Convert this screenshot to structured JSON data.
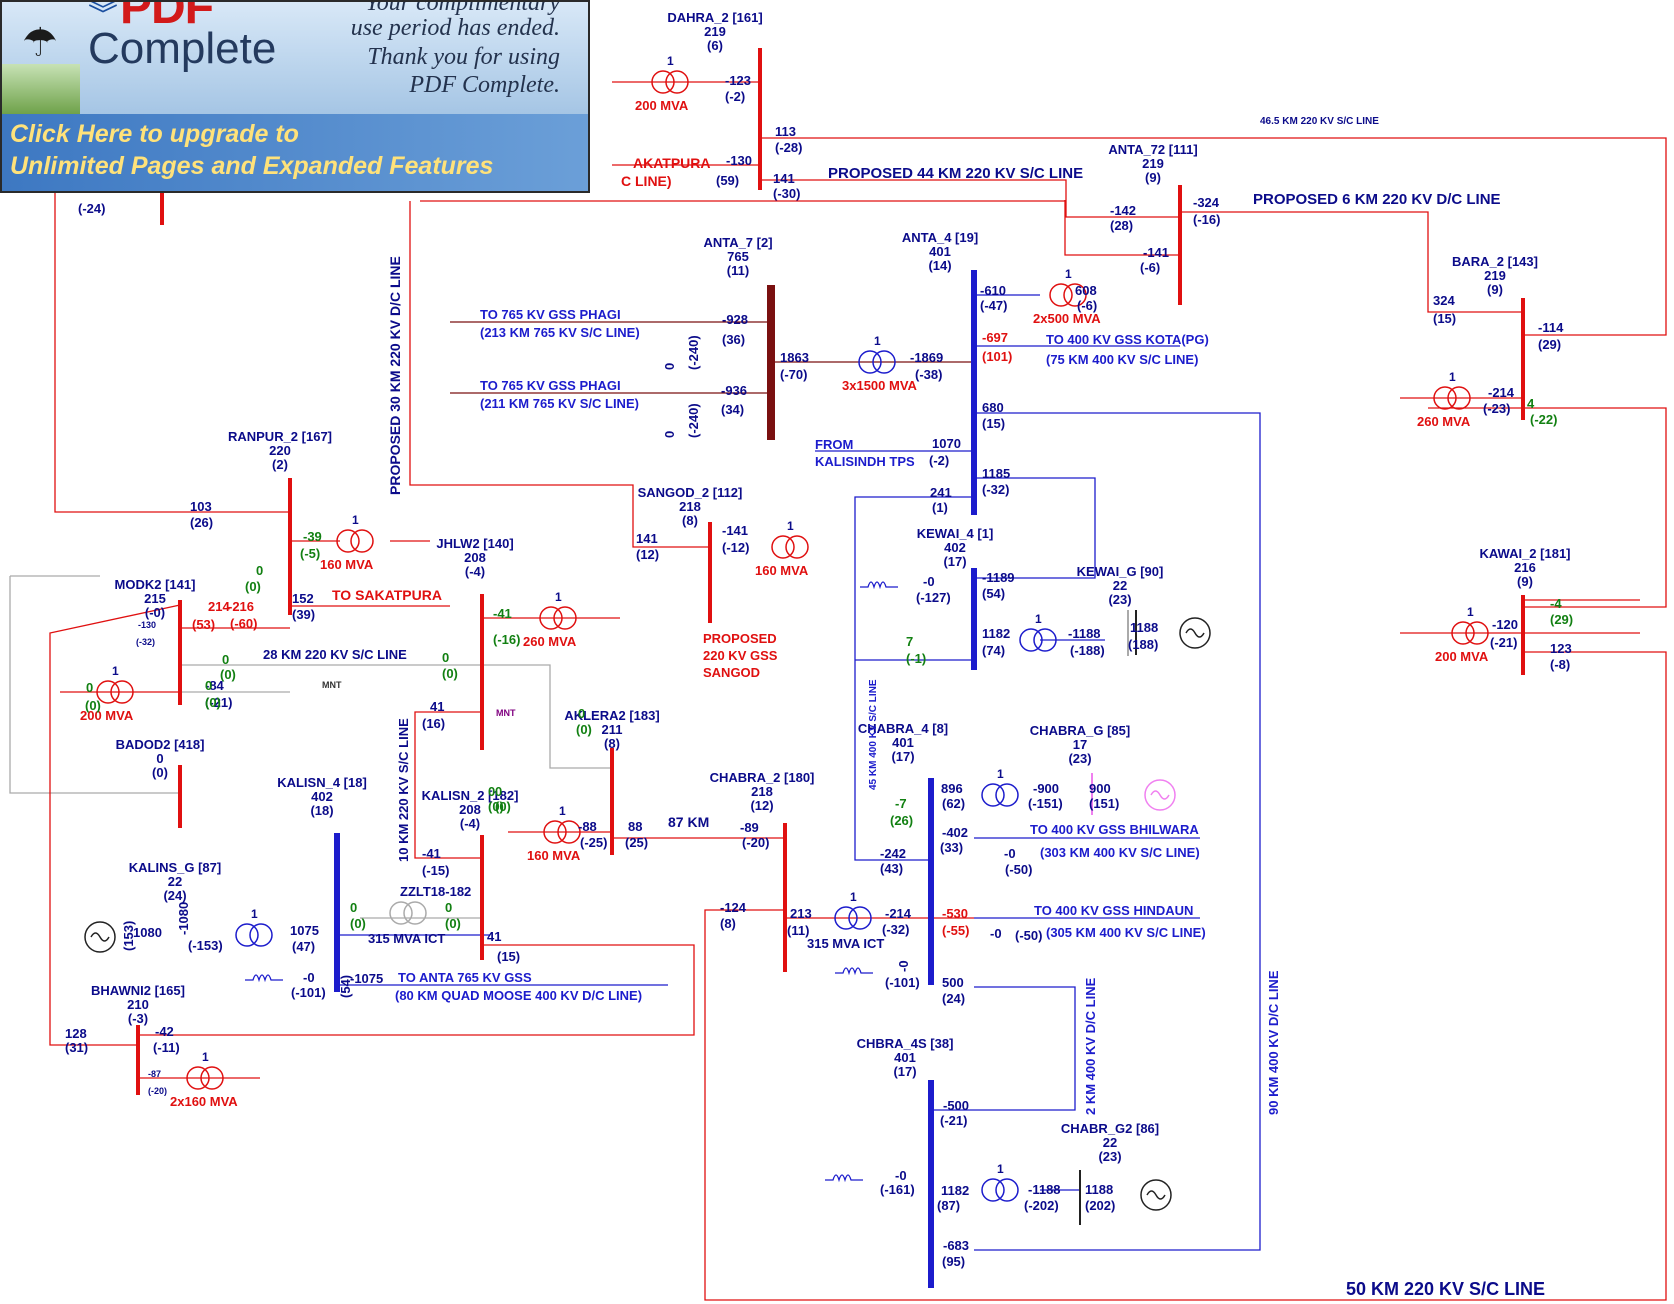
{
  "promo": {
    "brand_top": "PDF",
    "brand": "Complete",
    "message": [
      "Your complimentary",
      "use period has ended.",
      "Thank you for using",
      "PDF Complete."
    ],
    "link": [
      "Click Here to upgrade to",
      "Unlimited Pages and Expanded Features"
    ],
    "icons": {
      "person": "umbrella-person-icon",
      "chevron": "chevron-icon"
    }
  },
  "colors": {
    "line_220kv": "#e01010",
    "line_400kv": "#1c1ccc",
    "line_765kv": "#7a1010",
    "labels": "#0b0b8a",
    "positive_flow": "#128012",
    "inactive": "#aaaaaa",
    "generator_pink": "#f080f0"
  },
  "buses": {
    "dahra": {
      "name": "DAHRA_2 [161]",
      "kv": "219",
      "ang": "(6)"
    },
    "anta72": {
      "name": "ANTA_72 [111]",
      "kv": "219",
      "ang": "(9)"
    },
    "anta7": {
      "name": "ANTA_7 [2]",
      "kv": "765",
      "ang": "(11)"
    },
    "anta4": {
      "name": "ANTA_4 [19]",
      "kv": "401",
      "ang": "(14)"
    },
    "bara": {
      "name": "BARA_2 [143]",
      "kv": "219",
      "ang": "(9)"
    },
    "ranpur": {
      "name": "RANPUR_2 [167]",
      "kv": "220",
      "ang": "(2)"
    },
    "sangod": {
      "name": "SANGOD_2 [112]",
      "kv": "218",
      "ang": "(8)"
    },
    "jhlw2": {
      "name": "JHLW2 [140]",
      "kv": "208",
      "ang": "(-4)"
    },
    "modk2": {
      "name": "MODK2 [141]",
      "kv": "215",
      "ang": "(-0)"
    },
    "kewai4": {
      "name": "KEWAI_4 [1]",
      "kv": "402",
      "ang": "(17)"
    },
    "kewaig": {
      "name": "KEWAI_G [90]",
      "kv": "22",
      "ang": "(23)"
    },
    "kawai": {
      "name": "KAWAI_2 [181]",
      "kv": "216",
      "ang": "(9)"
    },
    "badod": {
      "name": "BADOD2 [418]",
      "kv": "0",
      "ang": "(0)"
    },
    "aklera": {
      "name": "AKLERA2 [183]",
      "kv": "211",
      "ang": "(8)"
    },
    "chabra4": {
      "name": "CHABRA_4 [8]",
      "kv": "401",
      "ang": "(17)"
    },
    "chabrag": {
      "name": "CHABRA_G [85]",
      "kv": "17",
      "ang": "(23)"
    },
    "kalisn4": {
      "name": "KALISN_4 [18]",
      "kv": "402",
      "ang": "(18)"
    },
    "kalisn2": {
      "name": "KALISN_2 [182]",
      "kv": "208",
      "ang": "(-4)"
    },
    "chabra2": {
      "name": "CHABRA_2 [180]",
      "kv": "218",
      "ang": "(12)"
    },
    "kalinsg": {
      "name": "KALINS_G [87]",
      "kv": "22",
      "ang": "(24)"
    },
    "bhawni": {
      "name": "BHAWNI2 [165]",
      "kv": "210",
      "ang": "(-3)"
    },
    "chbra4s": {
      "name": "CHBRA_4S [38]",
      "kv": "401",
      "ang": "(17)"
    },
    "chabrg2": {
      "name": "CHABR_G2 [86]",
      "kv": "22",
      "ang": "(23)"
    }
  },
  "annotations": {
    "l_46_5km": "46.5 KM 220 KV S/C LINE",
    "l_prop44": "PROPOSED 44 KM 220 KV S/C LINE",
    "l_prop6": "PROPOSED 6 KM 220 KV D/C LINE",
    "l_prop30": "PROPOSED 30 KM 220 KV D/C LINE",
    "phagi1": "TO 765 KV GSS PHAGI",
    "phagi1_len": "(213 KM 765 KV S/C LINE)",
    "phagi2": "TO 765 KV GSS PHAGI",
    "phagi2_len": "(211 KM 765 KV S/C LINE)",
    "kota": "TO 400 KV GSS KOTA(PG)",
    "kota_len": "(75 KM 400 KV S/C LINE)",
    "from": "FROM",
    "kalisindh_tps": "KALISINDH TPS",
    "sakatpura_top": "AKATPURA",
    "sakatpura_top2": "C LINE)",
    "to_sakatpura": "TO SAKATPURA",
    "l_28km": "28 KM 220 KV S/C LINE",
    "mnt1": "MNT",
    "mnt2": "MNT",
    "prop_sangod": [
      "PROPOSED",
      "220 KV GSS",
      "SANGOD"
    ],
    "l_45km": "45 KM 400 KV S/C LINE",
    "l_10km": "10 KM 220 KV S/C LINE",
    "l_87km": "87 KM",
    "bhilwara": "TO 400 KV GSS BHILWARA",
    "bhilwara_len": "(303 KM 400 KV S/C LINE)",
    "hindaun": "TO 400 KV GSS HINDAUN",
    "hindaun_len": "(305 KM 400 KV S/C LINE)",
    "to_anta765": "TO ANTA 765 KV GSS",
    "quad_moose": "(80 KM QUAD MOOSE 400 KV D/C LINE)",
    "l_2km": "2 KM 400 KV D/C LINE",
    "l_90km": "90 KM 400 KV D/C LINE",
    "l_50km": "50 KM 220 KV S/C LINE",
    "zzlt": "ZZLT18-182",
    "ict1": "315 MVA ICT",
    "ict2": "315 MVA ICT"
  },
  "transformers": {
    "t_dahra": {
      "rating": "200 MVA",
      "tap": "1"
    },
    "t_anta4": {
      "rating": "2x500 MVA",
      "tap": "1"
    },
    "t_anta7": {
      "rating": "3x1500 MVA",
      "tap": "1"
    },
    "t_bara": {
      "rating": "260 MVA",
      "tap": "1"
    },
    "t_ranpur": {
      "rating": "160 MVA",
      "tap": "1"
    },
    "t_sangod": {
      "rating": "160 MVA",
      "tap": "1"
    },
    "t_jhlw": {
      "rating": "260 MVA",
      "tap": "1"
    },
    "t_modk": {
      "rating": "200 MVA",
      "tap": "1"
    },
    "t_kawai": {
      "rating": "200 MVA",
      "tap": "1"
    },
    "t_kalisn2": {
      "rating": "160 MVA",
      "tap": "1"
    },
    "t_bhawni": {
      "rating": "2x160 MVA",
      "tap": "1"
    },
    "t_kewai": {
      "tap": "1"
    },
    "t_chabra4": {
      "tap": "1"
    },
    "t_kalins": {
      "tap": "1"
    },
    "t_chabra2": {
      "tap": "1"
    },
    "t_chbra4s": {
      "tap": "1"
    }
  },
  "flows": [
    {
      "t": "-123",
      "c": "nv"
    },
    {
      "t": "(-2)",
      "c": "nv"
    },
    {
      "t": "113",
      "c": "nv"
    },
    {
      "t": "(-28)",
      "c": "nv"
    },
    {
      "t": "-130",
      "c": "nv"
    },
    {
      "t": "(59)",
      "c": "nv"
    },
    {
      "t": "141",
      "c": "nv"
    },
    {
      "t": "(-30)",
      "c": "nv"
    },
    {
      "t": "(-24)",
      "c": "nv"
    },
    {
      "t": "-142",
      "c": "nv"
    },
    {
      "t": "(28)",
      "c": "nv"
    },
    {
      "t": "-324",
      "c": "nv"
    },
    {
      "t": "(-16)",
      "c": "nv"
    },
    {
      "t": "-141",
      "c": "nv"
    },
    {
      "t": "(-6)",
      "c": "nv"
    },
    {
      "t": "-610",
      "c": "nv"
    },
    {
      "t": "(-47)",
      "c": "nv"
    },
    {
      "t": "608",
      "c": "nv"
    },
    {
      "t": "(-6)",
      "c": "nv"
    },
    {
      "t": "324",
      "c": "nv"
    },
    {
      "t": "(15)",
      "c": "nv"
    },
    {
      "t": "-114",
      "c": "nv"
    },
    {
      "t": "(29)",
      "c": "nv"
    },
    {
      "t": "-928",
      "c": "nv"
    },
    {
      "t": "(36)",
      "c": "nv"
    },
    {
      "t": "-936",
      "c": "nv"
    },
    {
      "t": "(34)",
      "c": "nv"
    },
    {
      "t": "(-240)",
      "c": "nv"
    },
    {
      "t": "(-240)",
      "c": "nv"
    },
    {
      "t": "0",
      "c": "nv"
    },
    {
      "t": "0",
      "c": "nv"
    },
    {
      "t": "1863",
      "c": "nv"
    },
    {
      "t": "(-70)",
      "c": "nv"
    },
    {
      "t": "-1869",
      "c": "nv"
    },
    {
      "t": "(-38)",
      "c": "nv"
    },
    {
      "t": "-697",
      "c": "rd"
    },
    {
      "t": "(101)",
      "c": "rd"
    },
    {
      "t": "-214",
      "c": "nv"
    },
    {
      "t": "(-23)",
      "c": "nv"
    },
    {
      "t": "4",
      "c": "gr"
    },
    {
      "t": "(-22)",
      "c": "gr"
    },
    {
      "t": "680",
      "c": "nv"
    },
    {
      "t": "(15)",
      "c": "nv"
    },
    {
      "t": "1070",
      "c": "nv"
    },
    {
      "t": "(-2)",
      "c": "nv"
    },
    {
      "t": "1185",
      "c": "nv"
    },
    {
      "t": "(-32)",
      "c": "nv"
    },
    {
      "t": "241",
      "c": "nv"
    },
    {
      "t": "(1)",
      "c": "nv"
    },
    {
      "t": "103",
      "c": "nv"
    },
    {
      "t": "(26)",
      "c": "nv"
    },
    {
      "t": "-39",
      "c": "gr"
    },
    {
      "t": "(-5)",
      "c": "gr"
    },
    {
      "t": "0",
      "c": "gr"
    },
    {
      "t": "(0)",
      "c": "gr"
    },
    {
      "t": "214",
      "c": "rd"
    },
    {
      "t": "(53)",
      "c": "rd"
    },
    {
      "t": "-216",
      "c": "rd"
    },
    {
      "t": "(-60)",
      "c": "rd"
    },
    {
      "t": "152",
      "c": "nv"
    },
    {
      "t": "(39)",
      "c": "nv"
    },
    {
      "t": "-130",
      "c": "nv"
    },
    {
      "t": "(-32)",
      "c": "nv"
    },
    {
      "t": "141",
      "c": "nv"
    },
    {
      "t": "(12)",
      "c": "nv"
    },
    {
      "t": "-141",
      "c": "nv"
    },
    {
      "t": "(-12)",
      "c": "nv"
    },
    {
      "t": "-0",
      "c": "nv"
    },
    {
      "t": "(-127)",
      "c": "nv"
    },
    {
      "t": "-1189",
      "c": "nv"
    },
    {
      "t": "(54)",
      "c": "nv"
    },
    {
      "t": "1182",
      "c": "nv"
    },
    {
      "t": "(74)",
      "c": "nv"
    },
    {
      "t": "-1188",
      "c": "nv"
    },
    {
      "t": "(-188)",
      "c": "nv"
    },
    {
      "t": "1188",
      "c": "nv"
    },
    {
      "t": "(188)",
      "c": "nv"
    },
    {
      "t": "7",
      "c": "gr"
    },
    {
      "t": "(-1)",
      "c": "gr"
    },
    {
      "t": "-4",
      "c": "gr"
    },
    {
      "t": "(29)",
      "c": "gr"
    },
    {
      "t": "-120",
      "c": "nv"
    },
    {
      "t": "(-21)",
      "c": "nv"
    },
    {
      "t": "123",
      "c": "nv"
    },
    {
      "t": "(-8)",
      "c": "nv"
    },
    {
      "t": "-41",
      "c": "gr"
    },
    {
      "t": "(-16)",
      "c": "gr"
    },
    {
      "t": "0",
      "c": "gr"
    },
    {
      "t": "(0)",
      "c": "gr"
    },
    {
      "t": "0",
      "c": "gr"
    },
    {
      "t": "(0)",
      "c": "gr"
    },
    {
      "t": "-84",
      "c": "nv"
    },
    {
      "t": "(-21)",
      "c": "nv"
    },
    {
      "t": "0",
      "c": "gr"
    },
    {
      "t": "(0)",
      "c": "gr"
    },
    {
      "t": "0",
      "c": "gr"
    },
    {
      "t": "(0)",
      "c": "gr"
    },
    {
      "t": "41",
      "c": "nv"
    },
    {
      "t": "(16)",
      "c": "nv"
    },
    {
      "t": "0",
      "c": "gr"
    },
    {
      "t": "(0)",
      "c": "gr"
    },
    {
      "t": "0",
      "c": "gr"
    },
    {
      "t": "(0)",
      "c": "gr"
    },
    {
      "t": "0",
      "c": "gr"
    },
    {
      "t": "(0)",
      "c": "gr"
    },
    {
      "t": "-88",
      "c": "nv"
    },
    {
      "t": "(-25)",
      "c": "nv"
    },
    {
      "t": "88",
      "c": "nv"
    },
    {
      "t": "(25)",
      "c": "nv"
    },
    {
      "t": "-89",
      "c": "nv"
    },
    {
      "t": "(-20)",
      "c": "nv"
    },
    {
      "t": "896",
      "c": "nv"
    },
    {
      "t": "(62)",
      "c": "nv"
    },
    {
      "t": "-900",
      "c": "nv"
    },
    {
      "t": "(-151)",
      "c": "nv"
    },
    {
      "t": "900",
      "c": "nv"
    },
    {
      "t": "(151)",
      "c": "nv"
    },
    {
      "t": "-7",
      "c": "gr"
    },
    {
      "t": "(26)",
      "c": "gr"
    },
    {
      "t": "-402",
      "c": "nv"
    },
    {
      "t": "(33)",
      "c": "nv"
    },
    {
      "t": "-242",
      "c": "nv"
    },
    {
      "t": "(43)",
      "c": "nv"
    },
    {
      "t": "-0",
      "c": "nv"
    },
    {
      "t": "(-50)",
      "c": "nv"
    },
    {
      "t": "-41",
      "c": "nv"
    },
    {
      "t": "(-15)",
      "c": "nv"
    },
    {
      "t": "0",
      "c": "gr"
    },
    {
      "t": "(0)",
      "c": "gr"
    },
    {
      "t": "0",
      "c": "gr"
    },
    {
      "t": "(0)",
      "c": "gr"
    },
    {
      "t": "41",
      "c": "nv"
    },
    {
      "t": "(15)",
      "c": "nv"
    },
    {
      "t": "1080",
      "c": "nv"
    },
    {
      "t": "(153)",
      "c": "nv"
    },
    {
      "t": "-1080",
      "c": "nv"
    },
    {
      "t": "(-153)",
      "c": "nv"
    },
    {
      "t": "1075",
      "c": "nv"
    },
    {
      "t": "(47)",
      "c": "nv"
    },
    {
      "t": "-124",
      "c": "nv"
    },
    {
      "t": "(8)",
      "c": "nv"
    },
    {
      "t": "213",
      "c": "nv"
    },
    {
      "t": "(11)",
      "c": "nv"
    },
    {
      "t": "-214",
      "c": "nv"
    },
    {
      "t": "(-32)",
      "c": "nv"
    },
    {
      "t": "-530",
      "c": "rd"
    },
    {
      "t": "(-55)",
      "c": "rd"
    },
    {
      "t": "-0",
      "c": "nv"
    },
    {
      "t": "(-50)",
      "c": "nv"
    },
    {
      "t": "-0",
      "c": "nv"
    },
    {
      "t": "(-101)",
      "c": "nv"
    },
    {
      "t": "-1075",
      "c": "nv"
    },
    {
      "t": "(54)",
      "c": "nv"
    },
    {
      "t": "-0",
      "c": "nv"
    },
    {
      "t": "(-101)",
      "c": "nv"
    },
    {
      "t": "500",
      "c": "nv"
    },
    {
      "t": "(24)",
      "c": "nv"
    },
    {
      "t": "128",
      "c": "nv"
    },
    {
      "t": "(31)",
      "c": "nv"
    },
    {
      "t": "-42",
      "c": "nv"
    },
    {
      "t": "(-11)",
      "c": "nv"
    },
    {
      "t": "-87",
      "c": "nv"
    },
    {
      "t": "(-20)",
      "c": "nv"
    },
    {
      "t": "-500",
      "c": "nv"
    },
    {
      "t": "(-21)",
      "c": "nv"
    },
    {
      "t": "-0",
      "c": "nv"
    },
    {
      "t": "(-161)",
      "c": "nv"
    },
    {
      "t": "1182",
      "c": "nv"
    },
    {
      "t": "(87)",
      "c": "nv"
    },
    {
      "t": "-1188",
      "c": "nv"
    },
    {
      "t": "(-202)",
      "c": "nv"
    },
    {
      "t": "1188",
      "c": "nv"
    },
    {
      "t": "(202)",
      "c": "nv"
    },
    {
      "t": "-683",
      "c": "nv"
    },
    {
      "t": "(95)",
      "c": "nv"
    }
  ]
}
